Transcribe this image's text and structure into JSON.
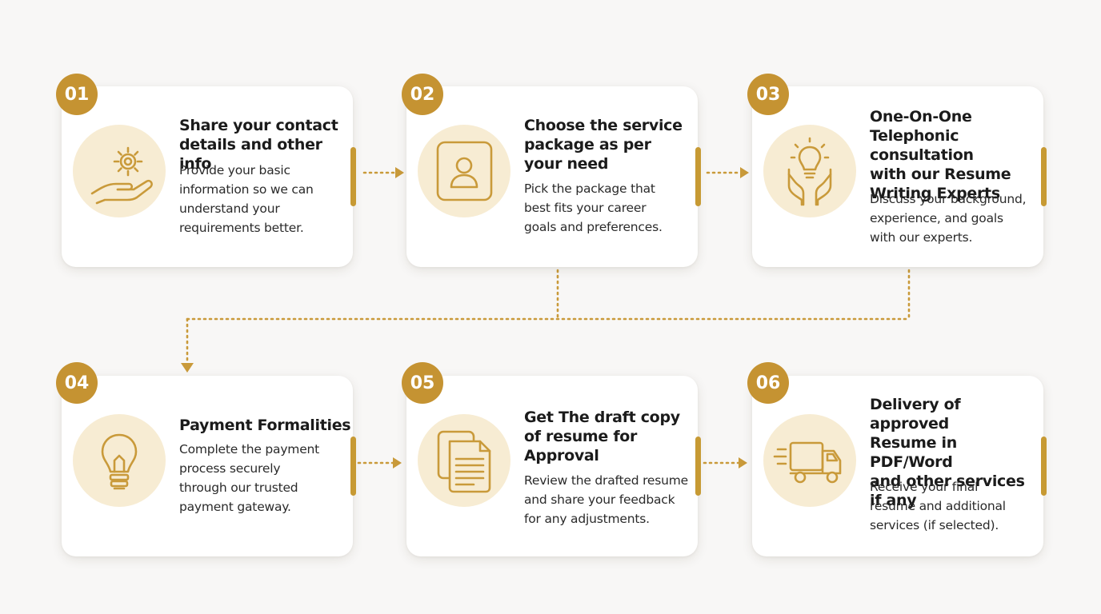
{
  "steps": [
    {
      "number": "01",
      "title": "Share your contact\ndetails and other info",
      "description": "Provide your basic\ninformation so we can\nunderstand your\nrequirements better.",
      "icon": "hand-gear-icon"
    },
    {
      "number": "02",
      "title": "Choose the service\npackage as per\nyour need",
      "description": "Pick the package that\nbest fits your career\ngoals and preferences.",
      "icon": "user-profile-icon"
    },
    {
      "number": "03",
      "title": "One-On-One\nTelephonic consultation\nwith our Resume\nWriting Experts",
      "description": "Discuss your background,\nexperience, and goals\nwith our experts.",
      "icon": "hands-lightbulb-icon"
    },
    {
      "number": "04",
      "title": "Payment Formalities",
      "description": "Complete the payment\nprocess securely\nthrough our trusted\npayment gateway.",
      "icon": "lightbulb-icon"
    },
    {
      "number": "05",
      "title": "Get The draft copy\nof resume for\nApproval",
      "description": "Review the drafted resume\nand share your feedback\nfor any adjustments.",
      "icon": "documents-icon"
    },
    {
      "number": "06",
      "title": "Delivery of approved\nResume in PDF/Word\nand other services\nif any",
      "description": "Receive your final\nresume and additional\nservices (if selected).",
      "icon": "delivery-truck-icon"
    }
  ],
  "colors": {
    "accent": "#c59332",
    "icon_bg": "#f7ecd3",
    "card_bg": "#ffffff",
    "page_bg": "#f8f7f6"
  }
}
